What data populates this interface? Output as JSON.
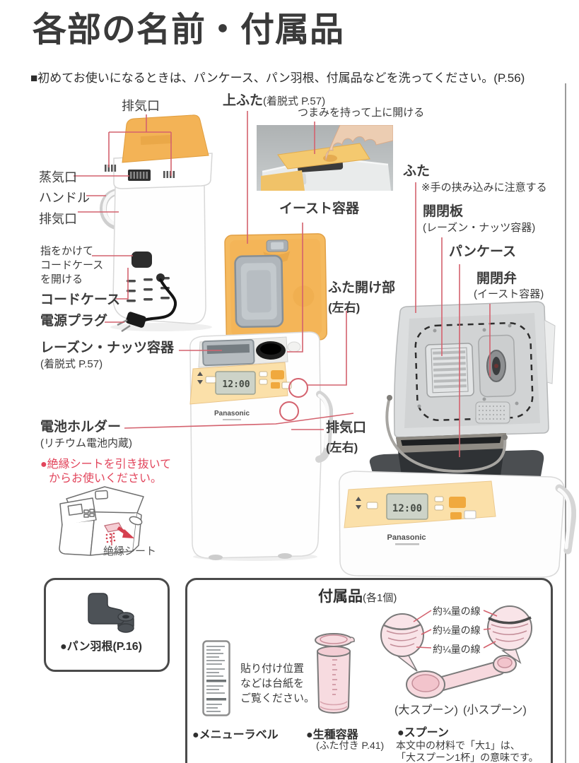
{
  "page": {
    "title": "各部の名前・付属品",
    "intro": "■初めてお使いになるときは、パンケース、パン羽根、付属品などを洗ってください。(P.56)"
  },
  "rear_view": {
    "exhaust_top": "排気口",
    "steam_vent": "蒸気口",
    "handle": "ハンドル",
    "exhaust_side": "排気口",
    "finger_note_line1": "指をかけて",
    "finger_note_line2": "コードケース",
    "finger_note_line3": "を開ける",
    "cord_case": "コードケース",
    "power_plug": "電源プラグ"
  },
  "top_lid": {
    "label": "上ふた",
    "note": "(着脱式 P.57)",
    "hint": "つまみを持って上に開ける"
  },
  "front_view": {
    "raisin_nut_container": "レーズン・ナッツ容器",
    "raisin_nut_note": "(着脱式 P.57)",
    "yeast_container": "イースト容器",
    "lid_opener": "ふた開け部",
    "lid_opener_note": "(左右)",
    "exhaust": "排気口",
    "exhaust_note": "(左右)",
    "battery_holder": "電池ホルダー",
    "battery_note": "(リチウム電池内蔵)",
    "warning_line1": "●絶縁シートを引き抜いて",
    "warning_line2": "からお使いください。",
    "insulation_sheet": "絶縁シート"
  },
  "open_view": {
    "lid": "ふた",
    "lid_caution": "※手の挟み込みに注意する",
    "shutter_plate": "開閉板",
    "shutter_plate_note": "(レーズン・ナッツ容器)",
    "bread_case": "パンケース",
    "shutter_valve": "開閉弁",
    "shutter_valve_note": "(イースト容器)"
  },
  "machine": {
    "brand": "Panasonic",
    "display_time": "12:00"
  },
  "bread_blade_box": {
    "label": "●パン羽根(P.16)"
  },
  "accessories_box": {
    "title": "付属品",
    "title_note": "(各1個)",
    "menu_label": {
      "name": "●メニューラベル",
      "note_line1": "貼り付け位置",
      "note_line2": "などは台紙を",
      "note_line3": "ご覧ください。"
    },
    "starter_container": {
      "name": "●生種容器",
      "note": "(ふた付き P.41)"
    },
    "spoon": {
      "name": "●スプーン",
      "line_three_quarter": "約¾量の線",
      "line_half": "約½量の線",
      "line_quarter": "約¼量の線",
      "large_label": "(大スプーン)",
      "small_label": "(小スプーン)",
      "desc_line1": "本文中の材料で「大1」は、",
      "desc_line2": "「大スプーン1杯」の意味です。"
    }
  },
  "colors": {
    "accent_red": "#d4626e",
    "warning_red": "#e2455c",
    "lid_orange": "#f3b356",
    "panel_cream": "#fbe0a9",
    "accessory_pink": "#f6d8dd"
  }
}
